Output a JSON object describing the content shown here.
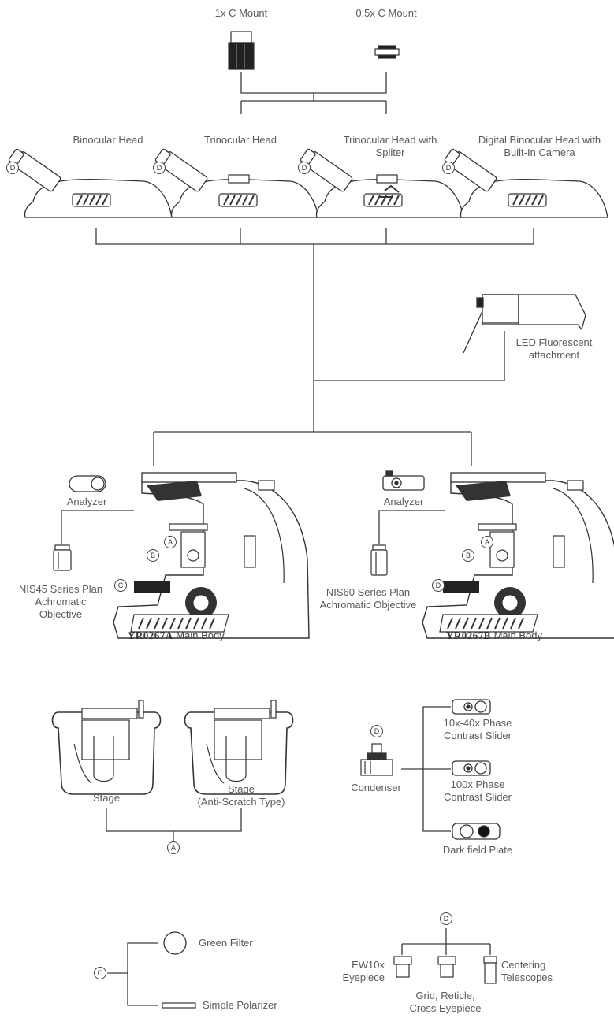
{
  "mounts": {
    "c1x": "1x C Mount",
    "c05x": "0.5x C Mount"
  },
  "heads": {
    "binocular": "Binocular Head",
    "trinocular": "Trinocular Head",
    "trinocular_splitter_1": "Trinocular Head with",
    "trinocular_splitter_2": "Spliter",
    "digital_1": "Digital Binocular Head with",
    "digital_2": "Built-In Camera"
  },
  "fluor": {
    "line1": "LED Fluorescent",
    "line2": "attachment"
  },
  "body_a": {
    "analyzer": "Analyzer",
    "objective_1": "NIS45 Series Plan",
    "objective_2": "Achromatic",
    "objective_3": "Objective",
    "model": "YR0267A",
    "suffix": " Main Body"
  },
  "body_b": {
    "analyzer": "Analyzer",
    "objective_1": "NIS60 Series Plan",
    "objective_2": "Achromatic Objective",
    "model": "YR0267B",
    "suffix": " Main Body"
  },
  "stages": {
    "stage": "Stage",
    "anti_1": "Stage",
    "anti_2": "(Anti-Scratch Type)"
  },
  "condenser": {
    "label": "Condenser",
    "slider1_1": "10x-40x Phase",
    "slider1_2": "Contrast Slider",
    "slider2_1": "100x Phase",
    "slider2_2": "Contrast Slider",
    "darkfield": "Dark field Plate"
  },
  "filters": {
    "green": "Green Filter",
    "polarizer": "Simple Polarizer"
  },
  "eyepieces": {
    "ew10x_1": "EW10x",
    "ew10x_2": "Eyepiece",
    "grid_1": "Grid, Reticle,",
    "grid_2": "Cross Eyepiece",
    "center_1": "Centering",
    "center_2": "Telescopes"
  },
  "markers": {
    "A": "A",
    "B": "B",
    "C": "C",
    "D": "D"
  }
}
